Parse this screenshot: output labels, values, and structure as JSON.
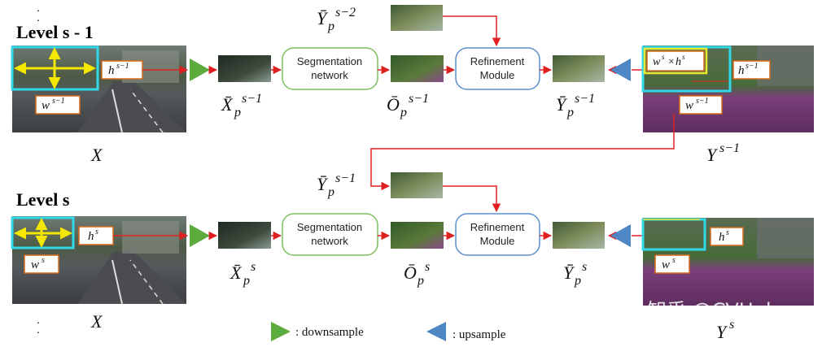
{
  "levels": {
    "top": "Level s - 1",
    "bottom": "Level s"
  },
  "blocks": {
    "seg_line1": "Segmentation",
    "seg_line2": "network",
    "ref_line1": "Refinement",
    "ref_line2": "Module"
  },
  "tags": {
    "h_top": "h^{s−1}",
    "w_top": "w^{s−1}",
    "h_bottom": "h^{s}",
    "w_bottom": "w^{s}",
    "wh_top": "w^{s}×h^{s}",
    "h_right_top": "h^{s−1}",
    "w_right_top": "w^{s−1}",
    "h_right_bottom": "h^{s}",
    "w_right_bottom": "w^{s}"
  },
  "math_labels": {
    "x_top": "X",
    "x_bottom": "X",
    "xp_top": "X̄p s−1",
    "op_top": "Ōp s−1",
    "yp_top": "Ȳp s−1",
    "ytop_prev": "Ȳp s−2",
    "y_top": "Y s−1",
    "xp_bottom": "X̄p s",
    "op_bottom": "Ōp s",
    "yp_bottom": "Ȳp s",
    "yprev_bottom": "Ȳp s−1",
    "y_bottom": "Y s"
  },
  "legend": {
    "downsample": ": downsample",
    "upsample": ": upsample"
  },
  "watermark": "知乎 @CVHub",
  "colors": {
    "arrow": "#e02020",
    "triangle_down": "#5cab3c",
    "triangle_up": "#4f87c6",
    "highlight_cyan": "#30d8e8",
    "highlight_yellow": "#e8e830",
    "tag_border": "#d66a1c",
    "seg_border": "#7cbf5e",
    "ref_border": "#5a8fcc"
  }
}
